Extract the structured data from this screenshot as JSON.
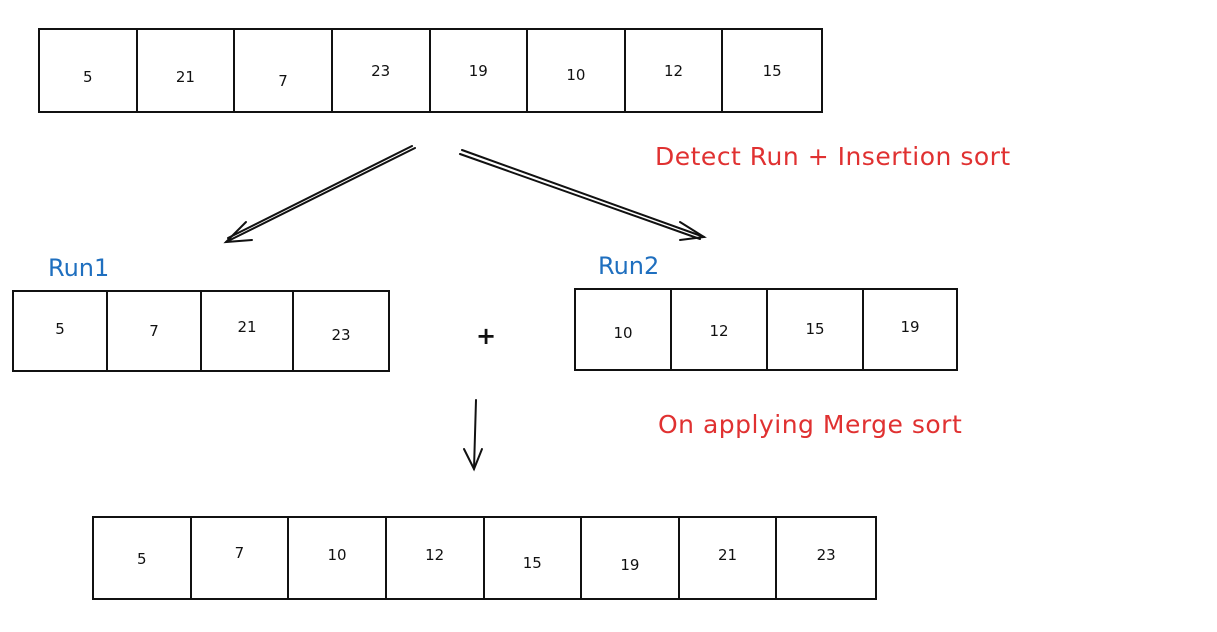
{
  "input_array": [
    "5",
    "21",
    "7",
    "23",
    "19",
    "10",
    "12",
    "15"
  ],
  "run1": {
    "label": "Run1",
    "values": [
      "5",
      "7",
      "21",
      "23"
    ]
  },
  "run2": {
    "label": "Run2",
    "values": [
      "10",
      "12",
      "15",
      "19"
    ]
  },
  "plus_sign": "+",
  "step1_label": "Detect Run + Insertion sort",
  "step2_label": "On applying Merge sort",
  "merged_array": [
    "5",
    "7",
    "10",
    "12",
    "15",
    "19",
    "21",
    "23"
  ],
  "colors": {
    "run_label": "#1f6fbf",
    "step_label": "#e03131",
    "stroke": "#111111"
  }
}
